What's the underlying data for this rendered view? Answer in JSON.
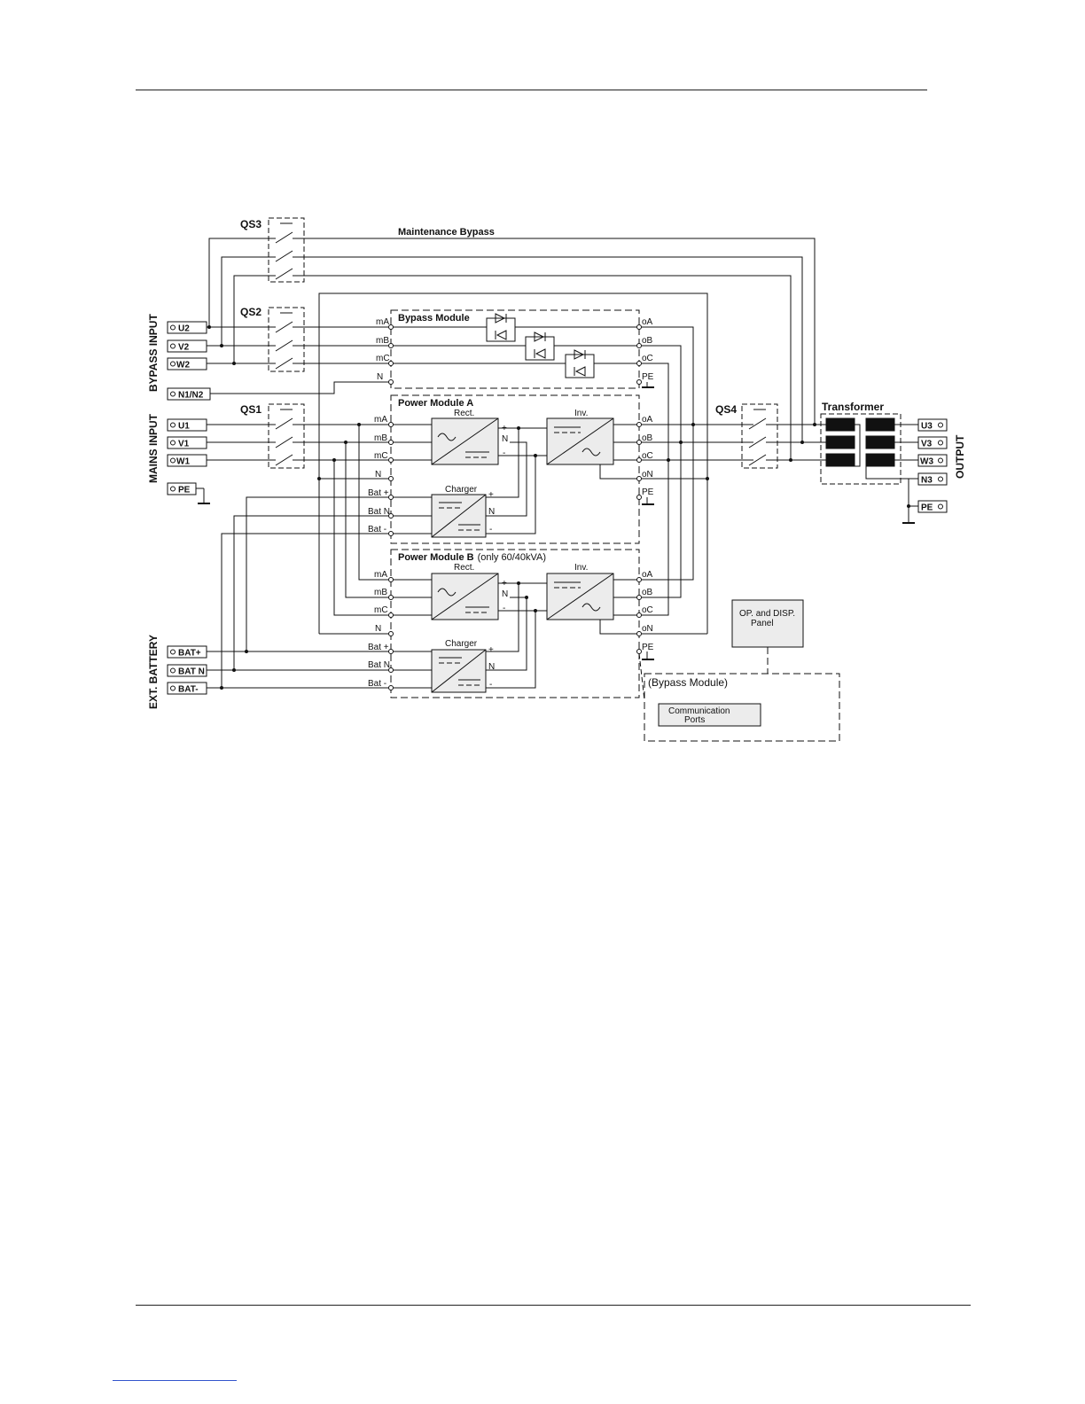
{
  "diagram": {
    "side_labels": {
      "bypass_input": "BYPASS INPUT",
      "mains_input": "MAINS INPUT",
      "ext_battery": "EXT. BATTERY",
      "output": "OUTPUT"
    },
    "switches": {
      "qs3": "QS3",
      "qs2": "QS2",
      "qs1": "QS1",
      "qs4": "QS4"
    },
    "maintenance_bypass": "Maintenance Bypass",
    "terminals_in": {
      "u2": "U2",
      "v2": "V2",
      "w2": "W2",
      "n1n2": "N1/N2",
      "u1": "U1",
      "v1": "V1",
      "w1": "W1",
      "pe": "PE",
      "bat_plus": "BAT+",
      "bat_n": "BAT N",
      "bat_minus": "BAT-"
    },
    "terminals_out": {
      "u3": "U3",
      "v3": "V3",
      "w3": "W3",
      "n3": "N3",
      "pe": "PE"
    },
    "bypass_module": {
      "title": "Bypass Module",
      "inputs": [
        "mA",
        "mB",
        "mC",
        "N"
      ],
      "outputs": [
        "oA",
        "oB",
        "oC",
        "PE"
      ]
    },
    "power_module_a": {
      "title": "Power Module A",
      "inputs": [
        "mA",
        "mB",
        "mC",
        "N",
        "Bat +",
        "Bat N",
        "Bat -"
      ],
      "outputs": [
        "oA",
        "oB",
        "oC",
        "oN",
        "PE"
      ],
      "rect": "Rect.",
      "inv": "Inv.",
      "charger": "Charger"
    },
    "power_module_b": {
      "title": "Power Module B",
      "subtitle": "(only 60/40kVA)",
      "inputs": [
        "mA",
        "mB",
        "mC",
        "N",
        "Bat +",
        "Bat N",
        "Bat -"
      ],
      "outputs": [
        "oA",
        "oB",
        "oC",
        "oN",
        "PE"
      ],
      "rect": "Rect.",
      "inv": "Inv.",
      "charger": "Charger"
    },
    "dc_bus": {
      "plus": "+",
      "n": "N",
      "minus": "-"
    },
    "transformer": "Transformer",
    "op_panel": {
      "line1": "OP. and DISP.",
      "line2": "Panel"
    },
    "bypass_module_box": "(Bypass Module)",
    "comm_ports": {
      "line1": "Communication",
      "line2": "Ports"
    }
  }
}
